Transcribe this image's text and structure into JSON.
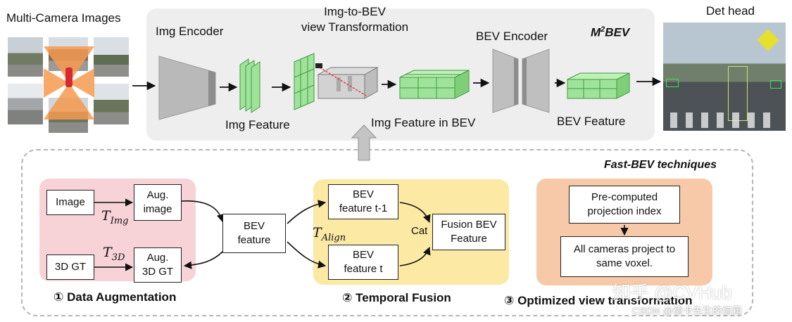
{
  "top": {
    "input_title": "Multi-Camera Images",
    "img_encoder": "Img Encoder",
    "img_feature": "Img Feature",
    "view_transform_line1": "Img-to-BEV",
    "view_transform_line2": "view Transformation",
    "img_feature_bev": "Img Feature in BEV",
    "bev_encoder": "BEV Encoder",
    "bev_feature": "BEV Feature",
    "model_name_base": "M",
    "model_name_sup": "2",
    "model_name_tail": "BEV",
    "det_head": "Det head"
  },
  "bottom": {
    "title": "Fast-BEV techniques",
    "aug": {
      "image": "Image",
      "aug_image_line1": "Aug.",
      "aug_image_line2": "image",
      "gt": "3D GT",
      "aug_gt_line1": "Aug.",
      "aug_gt_line2": "3D GT",
      "t_img_base": "T",
      "t_img_sub": "Img",
      "t_3d_base": "T",
      "t_3d_sub": "3D",
      "section": "① Data Augmentation"
    },
    "bev_feature_line1": "BEV",
    "bev_feature_line2": "feature",
    "t_align_base": "T",
    "t_align_sub": "Align",
    "temporal": {
      "prev_line1": "BEV",
      "prev_line2": "feature t-1",
      "curr_line1": "BEV",
      "curr_line2": "feature t",
      "cat": "Cat",
      "fusion_line1": "Fusion BEV",
      "fusion_line2": "Feature",
      "section": "② Temporal Fusion"
    },
    "optimized": {
      "box1_line1": "Pre-computed",
      "box1_line2": "projection index",
      "box2_line1": "All cameras project to",
      "box2_line2": "same voxel.",
      "section": "③ Optimized view transformation"
    }
  },
  "watermark": {
    "main": "知乎 @CVHub",
    "credit": "CSDN @德卡先生的信箱"
  },
  "colors": {
    "top_panel": "#eeeeee",
    "aug_panel": "#f7d2d6",
    "temporal_panel": "#fbe9a4",
    "optimized_panel": "#f7c9a8",
    "green_feature": "#9fe39a",
    "green_edge": "#3f9a3f"
  }
}
